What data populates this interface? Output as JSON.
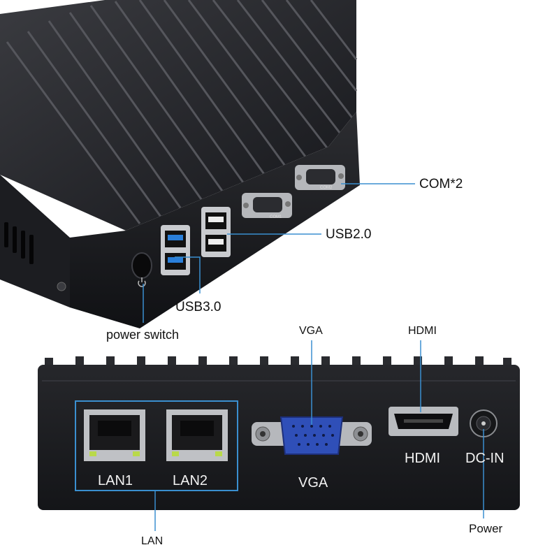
{
  "callouts": {
    "com_ports": "COM*2",
    "usb2": "USB2.0",
    "usb3": "USB3.0",
    "power_switch": "power switch",
    "vga_top": "VGA",
    "hdmi_top": "HDMI",
    "lan": "LAN",
    "power": "Power"
  },
  "panel_labels": {
    "lan1": "LAN1",
    "lan2": "LAN2",
    "vga": "VGA",
    "hdmi": "HDMI",
    "dc_in": "DC-IN",
    "com1": "COM1",
    "com2": "COM2"
  },
  "colors": {
    "chassis": "#1b1c1f",
    "fins": "#2a2b2f",
    "vga_connector": "#2f4fb8",
    "usb3_tongue": "#2a7fd9",
    "callout_line": "#3a8fd0",
    "lan_box": "#3a8fd0",
    "lan_led": "#b9d94a"
  }
}
